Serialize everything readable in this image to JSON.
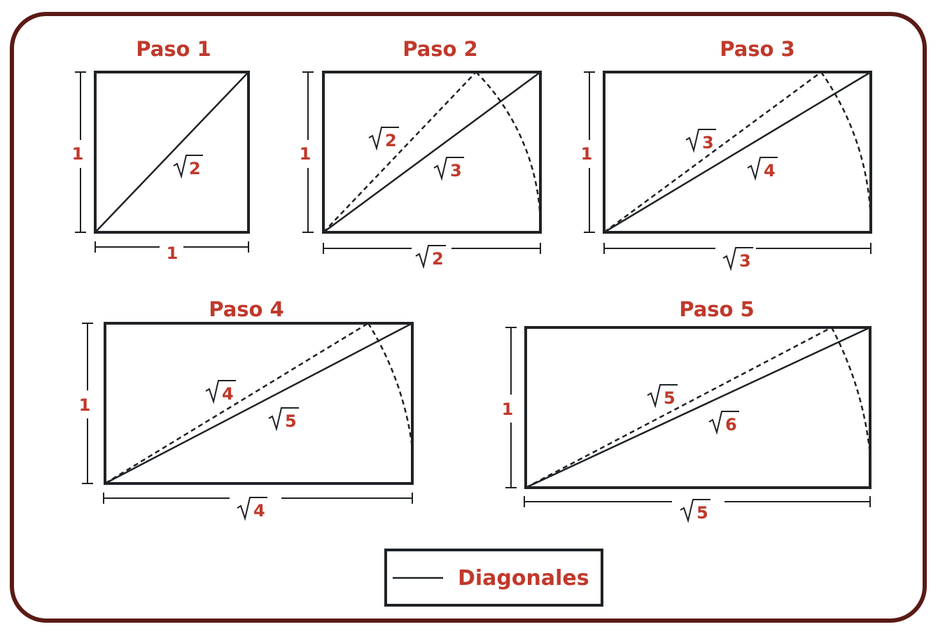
{
  "colors": {
    "frame": "#5a1a15",
    "accent": "#c0392b",
    "ink": "#1f2326"
  },
  "steps": [
    {
      "title": "Paso 1",
      "height_label": "1",
      "width_label": "1",
      "width_radicand": "",
      "diag_radicand": "2",
      "prev_radicand": ""
    },
    {
      "title": "Paso 2",
      "height_label": "1",
      "width_label": "",
      "width_radicand": "2",
      "diag_radicand": "3",
      "prev_radicand": "2"
    },
    {
      "title": "Paso 3",
      "height_label": "1",
      "width_label": "",
      "width_radicand": "3",
      "diag_radicand": "4",
      "prev_radicand": "3"
    },
    {
      "title": "Paso 4",
      "height_label": "1",
      "width_label": "",
      "width_radicand": "4",
      "diag_radicand": "5",
      "prev_radicand": "4"
    },
    {
      "title": "Paso 5",
      "height_label": "1",
      "width_label": "",
      "width_radicand": "5",
      "diag_radicand": "6",
      "prev_radicand": "5"
    }
  ],
  "legend": {
    "label": "Diagonales"
  }
}
